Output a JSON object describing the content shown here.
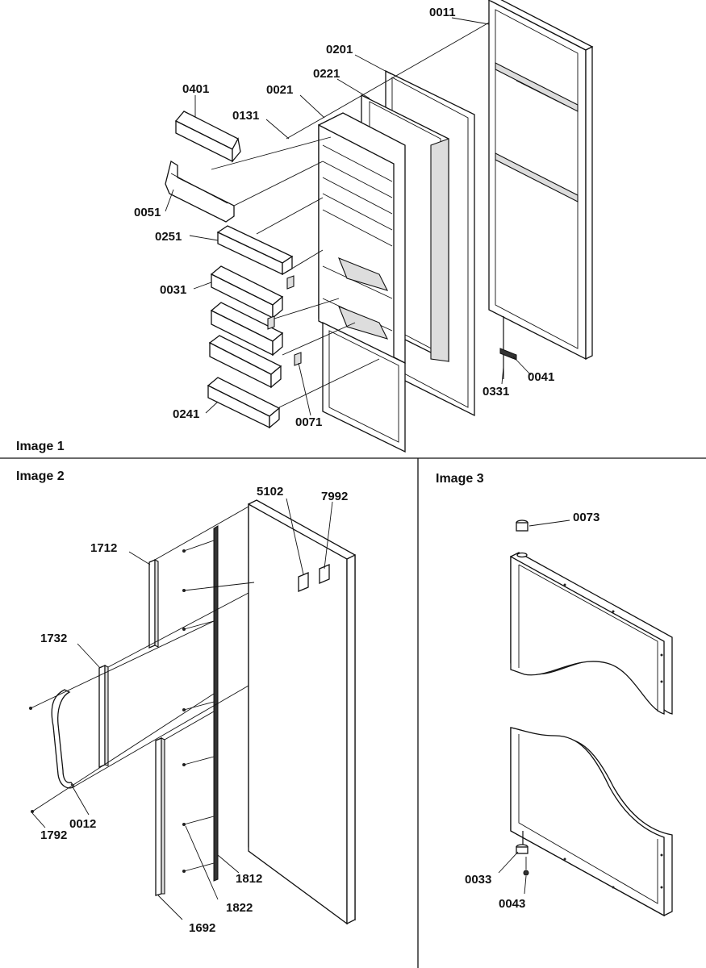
{
  "sections": [
    {
      "caption": "Image 1"
    },
    {
      "caption": "Image 2"
    },
    {
      "caption": "Image 3"
    }
  ],
  "callouts": {
    "image1": [
      "0011",
      "0201",
      "0221",
      "0021",
      "0131",
      "0401",
      "0051",
      "0251",
      "0031",
      "0071",
      "0241",
      "0331",
      "0041"
    ],
    "image2": [
      "5102",
      "7992",
      "1712",
      "1732",
      "0012",
      "1792",
      "1812",
      "1822",
      "1692"
    ],
    "image3": [
      "0073",
      "0033",
      "0043"
    ]
  }
}
